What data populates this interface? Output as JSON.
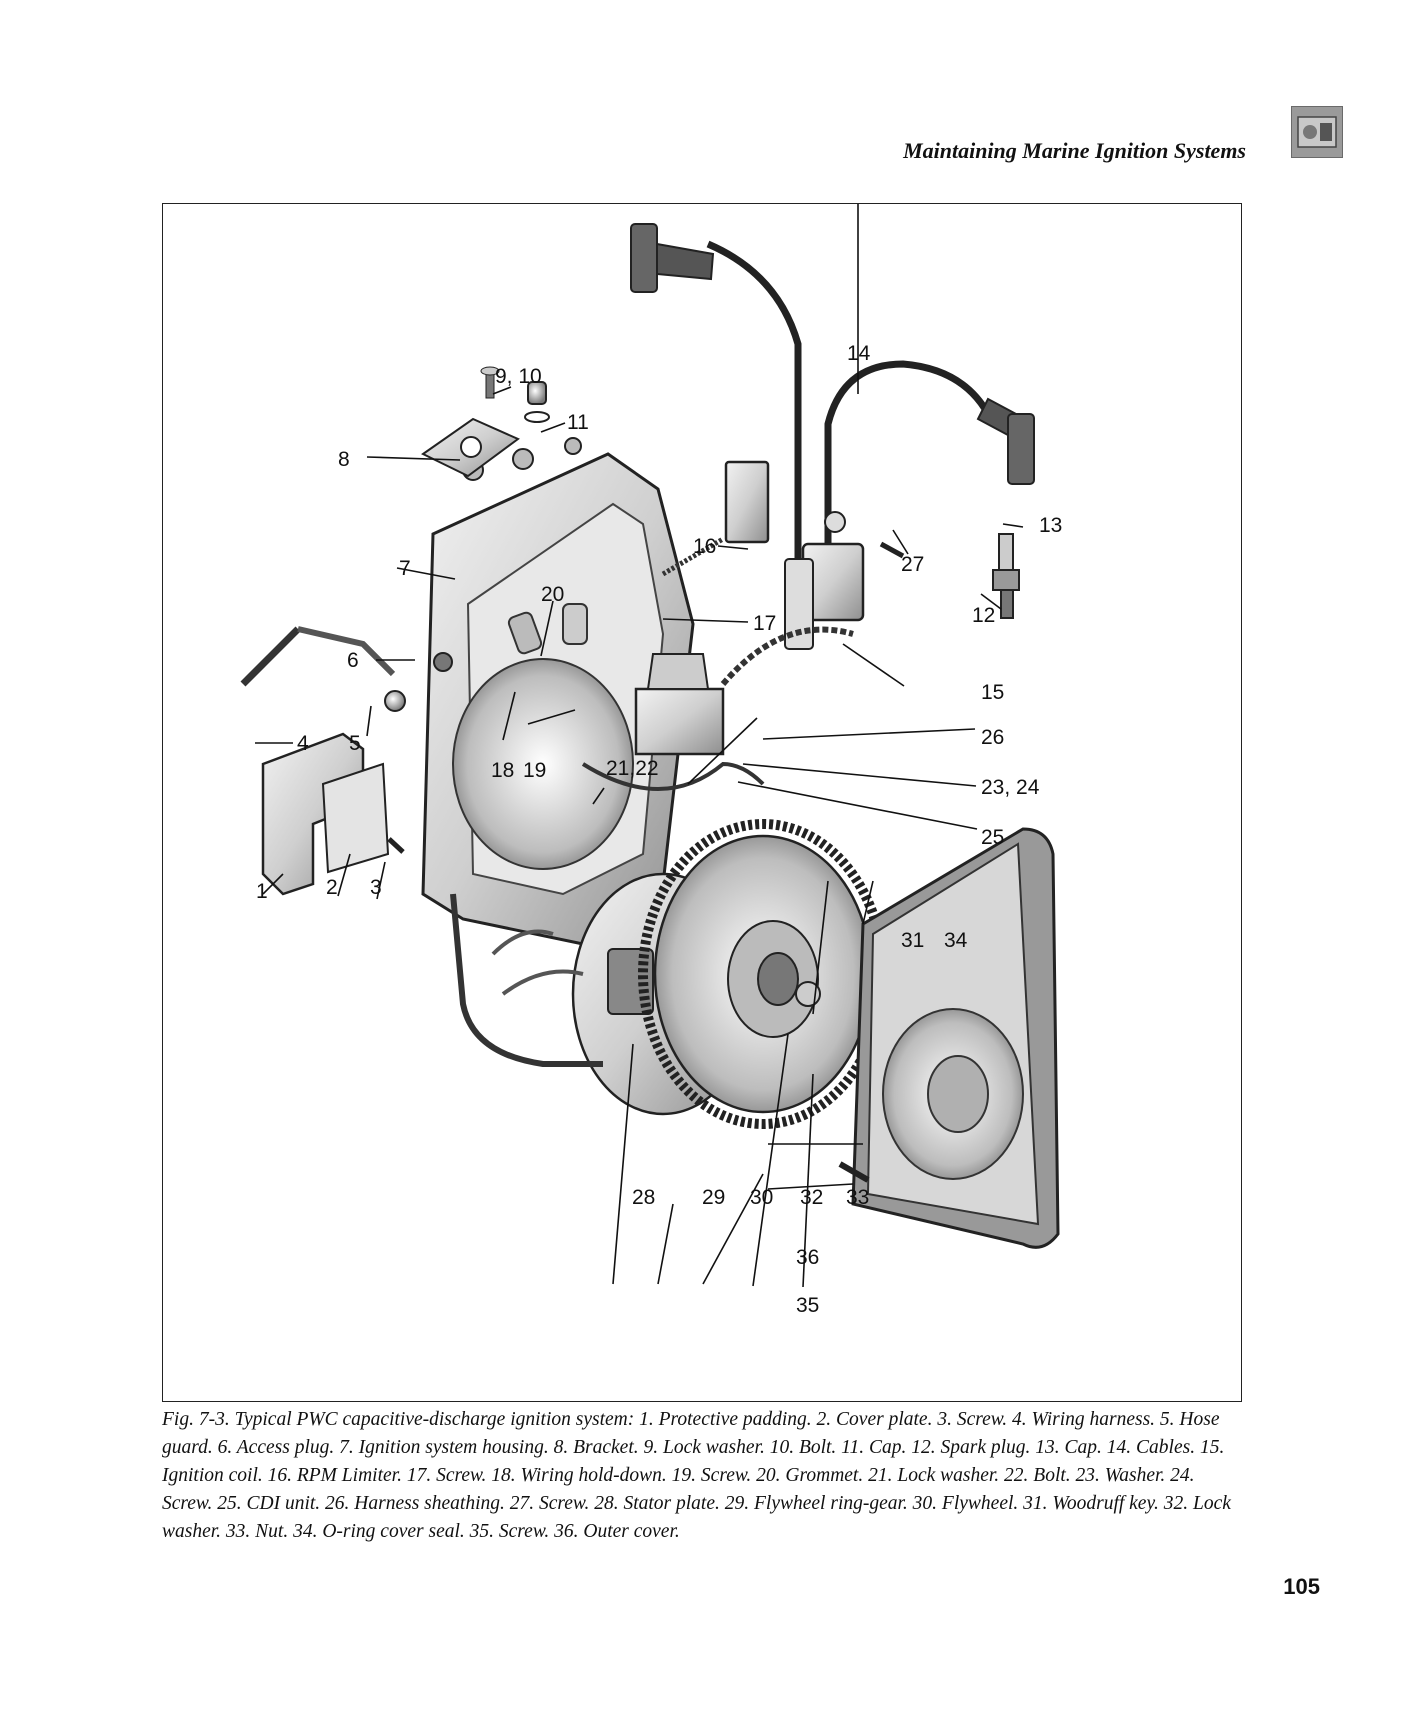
{
  "header": {
    "title": "Maintaining Marine Ignition Systems",
    "icon": "engine-badge-icon"
  },
  "figure": {
    "callouts": {
      "c1": "1",
      "c2": "2",
      "c3": "3",
      "c4": "4",
      "c5": "5",
      "c6": "6",
      "c7": "7",
      "c8": "8",
      "c9_10": "9, 10",
      "c11": "11",
      "c12": "12",
      "c13": "13",
      "c14": "14",
      "c15": "15",
      "c16": "16",
      "c17": "17",
      "c18": "18",
      "c19": "19",
      "c20": "20",
      "c21_22": "21,22",
      "c23_24": "23, 24",
      "c25": "25",
      "c26": "26",
      "c27": "27",
      "c28": "28",
      "c29": "29",
      "c30": "30",
      "c31": "31",
      "c32": "32",
      "c33": "33",
      "c34": "34",
      "c35": "35",
      "c36": "36"
    },
    "caption": "Fig. 7-3. Typical PWC capacitive-discharge ignition system: 1. Protective padding. 2. Cover plate. 3. Screw. 4. Wiring harness. 5. Hose guard. 6. Access plug. 7. Ignition system housing. 8. Bracket. 9. Lock washer. 10. Bolt. 11. Cap. 12. Spark plug. 13. Cap. 14. Cables. 15. Ignition coil. 16. RPM Limiter. 17. Screw. 18. Wiring hold-down. 19. Screw. 20. Grommet. 21. Lock washer. 22. Bolt. 23. Washer. 24. Screw. 25. CDI unit. 26. Harness sheathing. 27. Screw. 28. Stator plate. 29. Flywheel ring-gear. 30. Flywheel. 31. Woodruff key. 32. Lock washer. 33. Nut. 34. O-ring cover seal. 35. Screw. 36. Outer cover."
  },
  "page_number": "105"
}
